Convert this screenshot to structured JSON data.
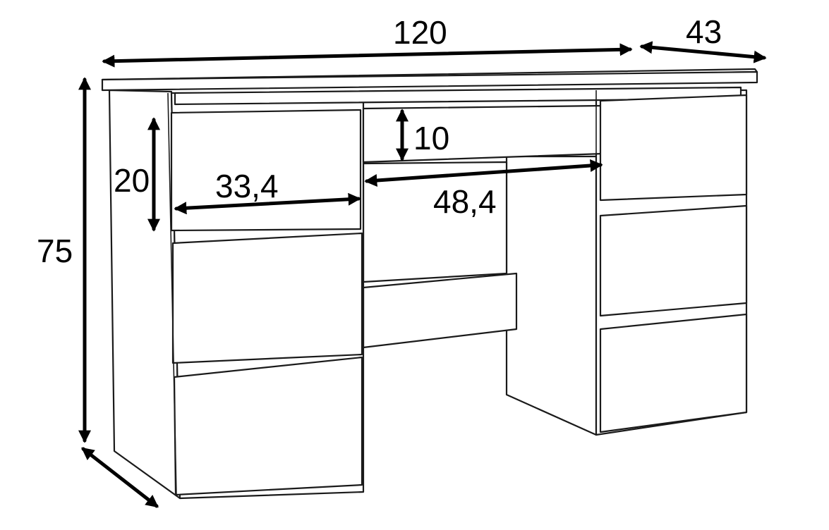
{
  "dimensions": {
    "width": "120",
    "depth": "43",
    "height": "75",
    "drawer_height": "20",
    "drawer_width": "33,4",
    "center_drawer_height": "10",
    "knee_space_width": "48,4"
  },
  "colors": {
    "line": "#1a1a1a",
    "fill": "#ffffff",
    "arrow": "#000000"
  }
}
